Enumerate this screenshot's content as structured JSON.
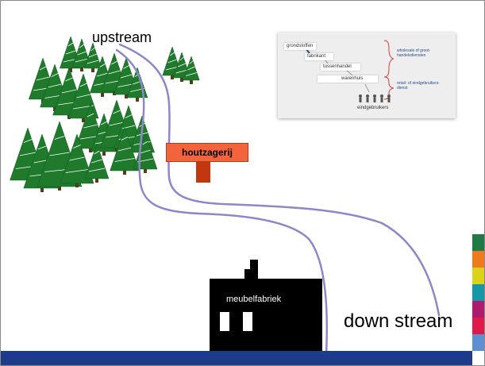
{
  "labels": {
    "upstream": "upstream",
    "downstream": "down stream",
    "sawmill": "houtzagerij",
    "factory": "meubelfabriek"
  },
  "inset": {
    "chain": [
      "grondstoffen",
      "fabrikant",
      "tussenhandel",
      "warenhuis",
      "eindgebruikers"
    ],
    "wholesale_note": [
      "wholesale of groot-",
      "handelsdiensten"
    ],
    "retail_note": [
      "retail- of eindgebruikers-",
      "dienst"
    ]
  },
  "colors": {
    "tree": "#1f7a2c",
    "tree_dark": "#0f5a1e",
    "river": "#8e86c8",
    "sign": "#f4643c",
    "sign_post": "#c2370f",
    "bottom_bar": "#1e3a8a",
    "side_strip": [
      "#1f7a44",
      "#ee7b1e",
      "#d9d41a",
      "#1597a8",
      "#b01a6e",
      "#e0194a",
      "#5d8fd1"
    ]
  }
}
